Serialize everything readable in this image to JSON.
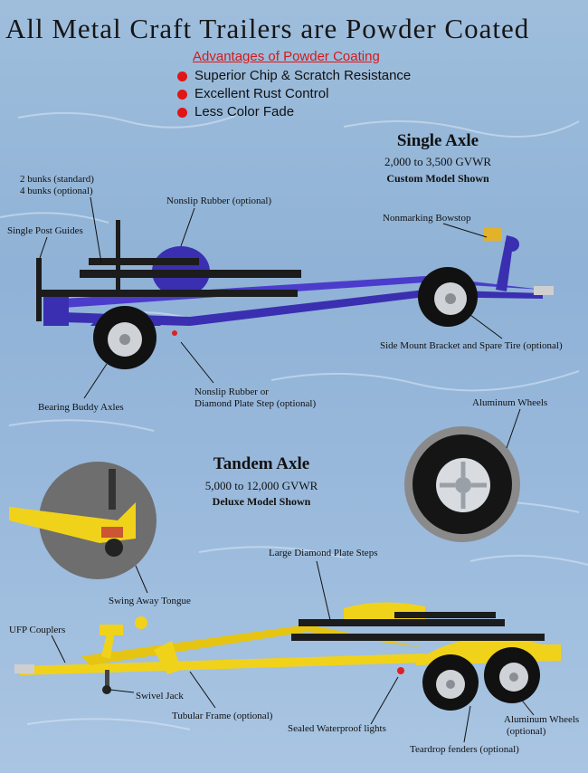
{
  "title": "All Metal Craft Trailers are Powder Coated",
  "advantages": {
    "heading": "Advantages of Powder Coating",
    "items": [
      "Superior Chip & Scratch Resistance",
      "Excellent Rust Control",
      "Less Color Fade"
    ]
  },
  "single_axle": {
    "heading": "Single Axle",
    "rating": "2,000 to 3,500 GVWR",
    "model": "Custom Model Shown",
    "callouts": {
      "bunks_standard": "2 bunks (standard)",
      "bunks_optional": "4 bunks (optional)",
      "post_guides": "Single Post Guides",
      "nonslip_rubber": "Nonslip Rubber (optional)",
      "bowstop": "Nonmarking Bowstop",
      "spare_tire": "Side Mount Bracket and Spare Tire  (optional)",
      "bearing_buddy": "Bearing Buddy Axles",
      "step_line1": "Nonslip Rubber or",
      "step_line2": "Diamond Plate Step (optional)",
      "aluminum_wheels": "Aluminum Wheels"
    }
  },
  "tandem_axle": {
    "heading": "Tandem Axle",
    "rating": "5,000 to 12,000 GVWR",
    "model": "Deluxe Model Shown",
    "callouts": {
      "swing_tongue": "Swing Away Tongue",
      "diamond_steps": "Large Diamond Plate Steps",
      "couplers": "UFP Couplers",
      "swivel_jack": "Swivel Jack",
      "tubular_frame": "Tubular Frame (optional)",
      "lights": "Sealed Waterproof lights",
      "aluminum_wheels_line1": "Aluminum Wheels",
      "aluminum_wheels_line2": "(optional)",
      "fenders": "Teardrop fenders (optional)"
    }
  },
  "colors": {
    "accent_red": "#d41a1a",
    "trailer_blue": "#3a2fb0",
    "trailer_yellow": "#f1d21a"
  }
}
